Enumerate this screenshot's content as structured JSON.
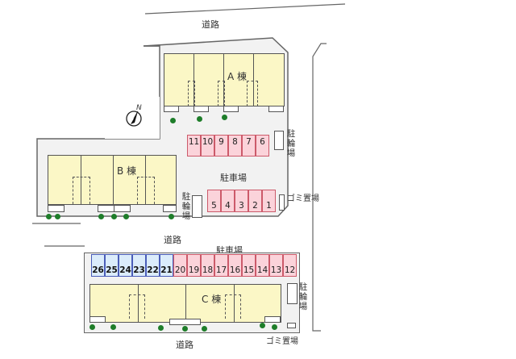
{
  "map": {
    "roads": {
      "top": "道路",
      "middle": "道路",
      "bottom": "道路"
    },
    "buildings": {
      "a": "A 棟",
      "b": "B 棟",
      "c": "C 棟"
    },
    "parking_labels": {
      "central": "駐車場",
      "south": "駐車場"
    },
    "bicycle_parking": {
      "a": "駐輪場",
      "b": "駐輪場",
      "c": "駐輪場"
    },
    "garbage": {
      "upper": "ゴミ置場",
      "lower": "ゴミ置場"
    },
    "compass": {
      "label": "N",
      "icon": "north-arrow-icon"
    },
    "parking_rows": {
      "row_top": [
        "11",
        "10",
        "9",
        "8",
        "7",
        "6"
      ],
      "row_mid": [
        "5",
        "4",
        "3",
        "2",
        "1"
      ],
      "row_south_blue": [
        "26",
        "25",
        "24",
        "23",
        "22",
        "21"
      ],
      "row_south_pink": [
        "20",
        "19",
        "18",
        "17",
        "16",
        "15",
        "14",
        "13",
        "12"
      ]
    },
    "colors": {
      "building_fill": "#fbf7c6",
      "parking_pink": "#fbd3da",
      "parking_blue": "#dbecfb",
      "tree_green": "#1e7d2a",
      "site_fill": "#f2f2f2"
    }
  }
}
